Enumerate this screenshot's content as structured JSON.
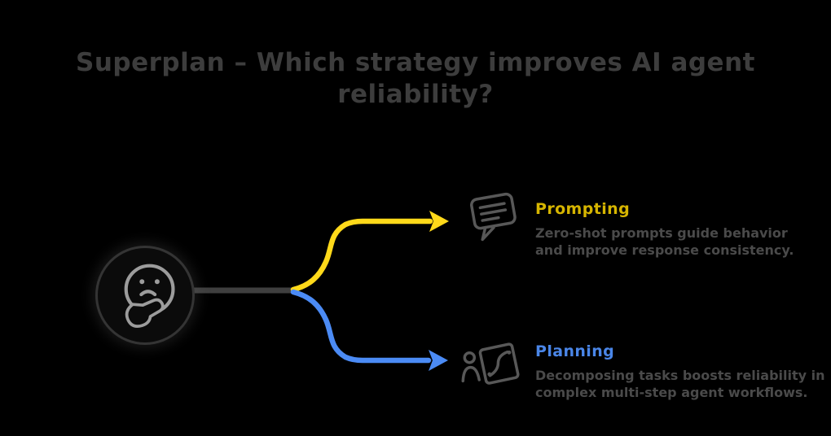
{
  "title": "Superplan – Which strategy improves AI agent reliability?",
  "colors": {
    "background": "#000000",
    "title_text": "#3d3d3d",
    "body_text": "#4a4a4a",
    "stem_line": "#3f3f3f",
    "node_fill": "#0b0b0b",
    "node_ring": "#343434",
    "face_stroke": "#9c9c9c",
    "icon_stroke": "#585858",
    "prompting_label": "#d6b500",
    "prompting_arrow": "#ffd91a",
    "planning_label": "#4a86e8",
    "planning_arrow": "#4b8bf5"
  },
  "root": {
    "icon": "thinking-face-icon"
  },
  "branches": [
    {
      "label": "Prompting",
      "description": "Zero-shot prompts guide behavior and improve response consistency.",
      "icon": "prompt-speech-bubble-icon"
    },
    {
      "label": "Planning",
      "description": "Decomposing tasks boosts reliability in complex multi-step agent workflows.",
      "icon": "planning-board-icon"
    }
  ]
}
